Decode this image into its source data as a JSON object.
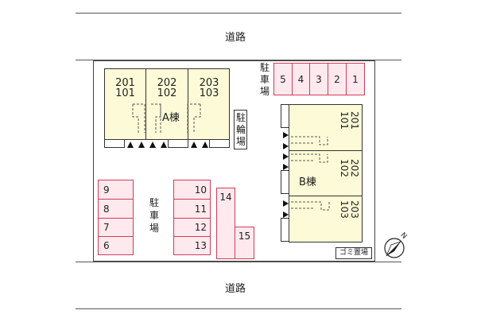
{
  "roads": {
    "top_label": "道路",
    "bottom_label": "道路"
  },
  "building_a": {
    "label": "A棟",
    "units": [
      {
        "upper": "201",
        "lower": "101"
      },
      {
        "upper": "202",
        "lower": "102"
      },
      {
        "upper": "203",
        "lower": "103"
      }
    ]
  },
  "building_b": {
    "label": "B棟",
    "units": [
      {
        "upper": "201",
        "lower": "101"
      },
      {
        "upper": "202",
        "lower": "102"
      },
      {
        "upper": "203",
        "lower": "103"
      }
    ]
  },
  "parking_top": {
    "label": [
      "駐",
      "車",
      "場"
    ],
    "spaces": [
      "5",
      "4",
      "3",
      "2",
      "1"
    ]
  },
  "parking_left": {
    "label": [
      "駐",
      "車",
      "場"
    ],
    "spaces": [
      "9",
      "8",
      "7",
      "6"
    ]
  },
  "parking_mid": {
    "spaces": [
      "10",
      "11",
      "12",
      "13"
    ]
  },
  "parking_long": {
    "spaces": [
      "14",
      "15"
    ]
  },
  "bike_parking": {
    "label": [
      "駐",
      "輪",
      "場"
    ]
  },
  "garbage": {
    "label": "ゴミ置場"
  },
  "compass": {
    "symbol": "N"
  },
  "colors": {
    "building_fill": "#fdfbd7",
    "parking_border": "#d23c5a",
    "parking_fill": "#fde9ee"
  }
}
